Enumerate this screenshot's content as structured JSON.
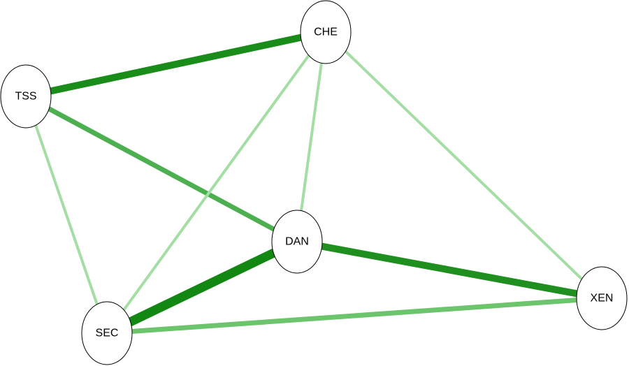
{
  "nodes": [
    {
      "id": "CHE",
      "label": "CHE"
    },
    {
      "id": "TSS",
      "label": "TSS"
    },
    {
      "id": "DAN",
      "label": "DAN"
    },
    {
      "id": "SEC",
      "label": "SEC"
    },
    {
      "id": "XEN",
      "label": "XEN"
    }
  ],
  "edges": [
    {
      "source": "TSS",
      "target": "CHE",
      "strength": "strong",
      "color": "#1a8c1a"
    },
    {
      "source": "TSS",
      "target": "DAN",
      "strength": "medium",
      "color": "#4caf50"
    },
    {
      "source": "TSS",
      "target": "SEC",
      "strength": "weak",
      "color": "#a5dea5"
    },
    {
      "source": "CHE",
      "target": "SEC",
      "strength": "weak",
      "color": "#a5dea5"
    },
    {
      "source": "CHE",
      "target": "DAN",
      "strength": "weak",
      "color": "#a5dea5"
    },
    {
      "source": "CHE",
      "target": "XEN",
      "strength": "weak",
      "color": "#a5dea5"
    },
    {
      "source": "DAN",
      "target": "SEC",
      "strength": "strongest",
      "color": "#128812"
    },
    {
      "source": "DAN",
      "target": "XEN",
      "strength": "strong",
      "color": "#1f8f1f"
    },
    {
      "source": "SEC",
      "target": "XEN",
      "strength": "medium",
      "color": "#6cc46c"
    }
  ]
}
